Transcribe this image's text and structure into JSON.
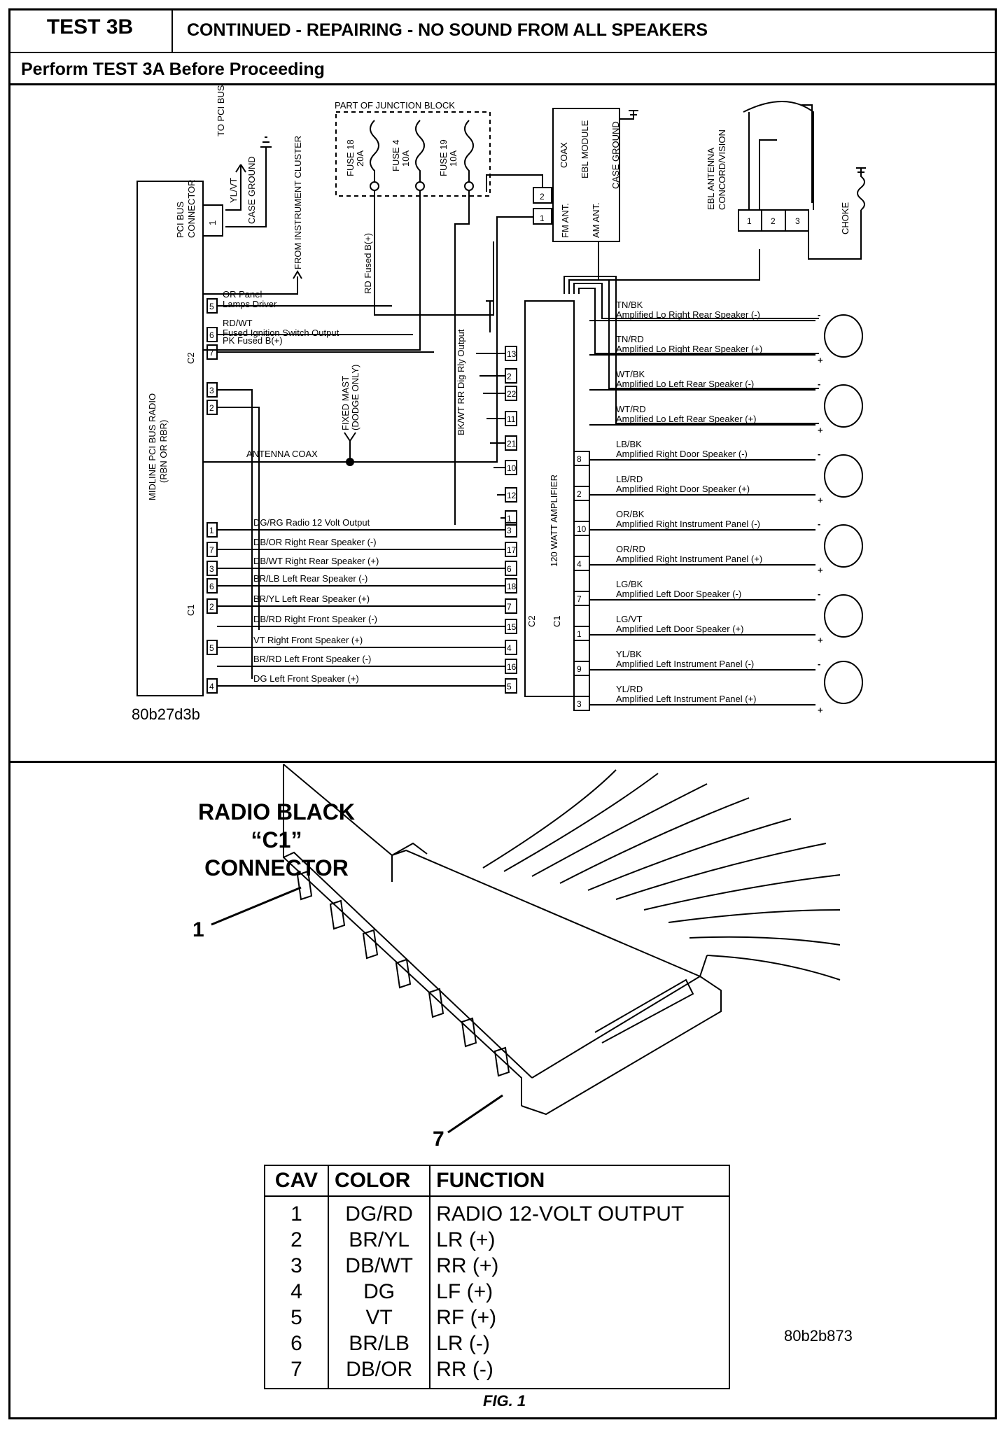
{
  "header": {
    "test_id": "TEST 3B",
    "title": "CONTINUED - REPAIRING - NO SOUND FROM ALL SPEAKERS",
    "prerequisite": "Perform TEST 3A Before Proceeding"
  },
  "schematic": {
    "code": "80b27d3b",
    "radio": {
      "label1": "MIDLINE PCI BUS RADIO",
      "label2": "(RBN OR RBR)",
      "c1": "C1",
      "c2": "C2"
    },
    "pci": {
      "connector1": "PCI BUS",
      "connector2": "CONNECTOR",
      "pin": "1",
      "wire": "YL/VT",
      "to": "TO PCI BUS",
      "ground": "CASE GROUND"
    },
    "cluster": "FROM INSTRUMENT CLUSTER",
    "junction": {
      "title": "PART OF JUNCTION BLOCK",
      "fuses": [
        {
          "line1": "FUSE 18",
          "line2": "20A"
        },
        {
          "line1": "FUSE 4",
          "line2": "10A"
        },
        {
          "line1": "FUSE 19",
          "line2": "10A"
        }
      ]
    },
    "ebl": {
      "module": "EBL MODULE",
      "coax": "COAX",
      "case_ground": "CASE GROUND",
      "fm": "FM ANT.",
      "am": "AM ANT.",
      "pin1": "1",
      "pin2": "2"
    },
    "antenna": {
      "line1": "EBL ANTENNA",
      "line2": "CONCORD/VISION",
      "choke": "CHOKE",
      "pins": [
        "1",
        "2",
        "3"
      ]
    },
    "mast": {
      "line1": "FIXED MAST",
      "line2": "(DODGE ONLY)"
    },
    "antenna_coax": "ANTENNA COAX",
    "vertical": {
      "rd_fused": "RD Fused B(+)",
      "bkwt": "BK/WT RR Dig Rly Output"
    },
    "c2_wires": [
      {
        "pin": "5",
        "line1": "OR Panel",
        "line2": "Lamps Driver"
      },
      {
        "pin": "6",
        "line1": "RD/WT",
        "line2": "Fused Ignition Switch Output"
      },
      {
        "pin": "7",
        "line1": "PK Fused B(+)",
        "line2": ""
      },
      {
        "pin": "3",
        "line1": "",
        "line2": ""
      },
      {
        "pin": "2",
        "line1": "",
        "line2": ""
      }
    ],
    "c1_wires": [
      {
        "radio_pin": "1",
        "label": "DG/RG Radio 12 Volt Output",
        "amp_pin": "3"
      },
      {
        "radio_pin": "7",
        "label": "DB/OR Right Rear Speaker (-)",
        "amp_pin": "17"
      },
      {
        "radio_pin": "3",
        "label": "DB/WT Right Rear Speaker (+)",
        "amp_pin": "6"
      },
      {
        "radio_pin": "6",
        "label": "BR/LB Left Rear Speaker (-)",
        "amp_pin": "18"
      },
      {
        "radio_pin": "2",
        "label": "BR/YL Left Rear Speaker (+)",
        "amp_pin": "7"
      },
      {
        "radio_pin": "",
        "label": "DB/RD Right Front Speaker (-)",
        "amp_pin": "15"
      },
      {
        "radio_pin": "5",
        "label": "VT Right Front Speaker (+)",
        "amp_pin": "4"
      },
      {
        "radio_pin": "",
        "label": "BR/RD Left Front Speaker (-)",
        "amp_pin": "16"
      },
      {
        "radio_pin": "4",
        "label": "DG Left Front Speaker (+)",
        "amp_pin": "5"
      }
    ],
    "amp": {
      "title": "120 WATT AMPLIFIER",
      "c1": "C1",
      "c2": "C2",
      "c2_left": [
        "13",
        "2",
        "22",
        "11",
        "21",
        "10",
        "12",
        "1"
      ],
      "c2_right": [
        "3",
        "17",
        "6",
        "18",
        "7",
        "15",
        "4",
        "16",
        "5"
      ]
    },
    "speakers": [
      {
        "pin": "",
        "wire": "TN/BK",
        "desc": "Amplified Lo Right Rear Speaker (-)"
      },
      {
        "pin": "",
        "wire": "TN/RD",
        "desc": "Amplified Lo Right Rear Speaker (+)"
      },
      {
        "pin": "",
        "wire": "WT/BK",
        "desc": "Amplified Lo Left Rear Speaker (-)"
      },
      {
        "pin": "",
        "wire": "WT/RD",
        "desc": "Amplified Lo Left Rear Speaker (+)"
      },
      {
        "pin": "8",
        "wire": "LB/BK",
        "desc": "Amplified Right Door Speaker (-)"
      },
      {
        "pin": "2",
        "wire": "LB/RD",
        "desc": "Amplified Right Door Speaker (+)"
      },
      {
        "pin": "10",
        "wire": "OR/BK",
        "desc": "Amplified Right Instrument Panel (-)"
      },
      {
        "pin": "4",
        "wire": "OR/RD",
        "desc": "Amplified Right Instrument Panel (+)"
      },
      {
        "pin": "7",
        "wire": "LG/BK",
        "desc": "Amplified Left Door Speaker (-)"
      },
      {
        "pin": "1",
        "wire": "LG/VT",
        "desc": "Amplified Left Door Speaker (+)"
      },
      {
        "pin": "9",
        "wire": "YL/BK",
        "desc": "Amplified Left Instrument Panel (-)"
      },
      {
        "pin": "3",
        "wire": "YL/RD",
        "desc": "Amplified Left Instrument Panel (+)"
      }
    ],
    "plus": "+",
    "minus": "-"
  },
  "connector": {
    "title_line1": "RADIO BLACK",
    "title_line2": "“C1”",
    "title_line3": "CONNECTOR",
    "callout1": "1",
    "callout7": "7",
    "table": {
      "headers": [
        "CAV",
        "COLOR",
        "FUNCTION"
      ],
      "rows": [
        {
          "cav": "1",
          "color": "DG/RD",
          "function": "RADIO 12-VOLT OUTPUT"
        },
        {
          "cav": "2",
          "color": "BR/YL",
          "function": "LR (+)"
        },
        {
          "cav": "3",
          "color": "DB/WT",
          "function": "RR (+)"
        },
        {
          "cav": "4",
          "color": "DG",
          "function": "LF (+)"
        },
        {
          "cav": "5",
          "color": "VT",
          "function": "RF (+)"
        },
        {
          "cav": "6",
          "color": "BR/LB",
          "function": "LR (-)"
        },
        {
          "cav": "7",
          "color": "DB/OR",
          "function": "RR (-)"
        }
      ]
    },
    "code": "80b2b873",
    "figure": "FIG. 1"
  }
}
